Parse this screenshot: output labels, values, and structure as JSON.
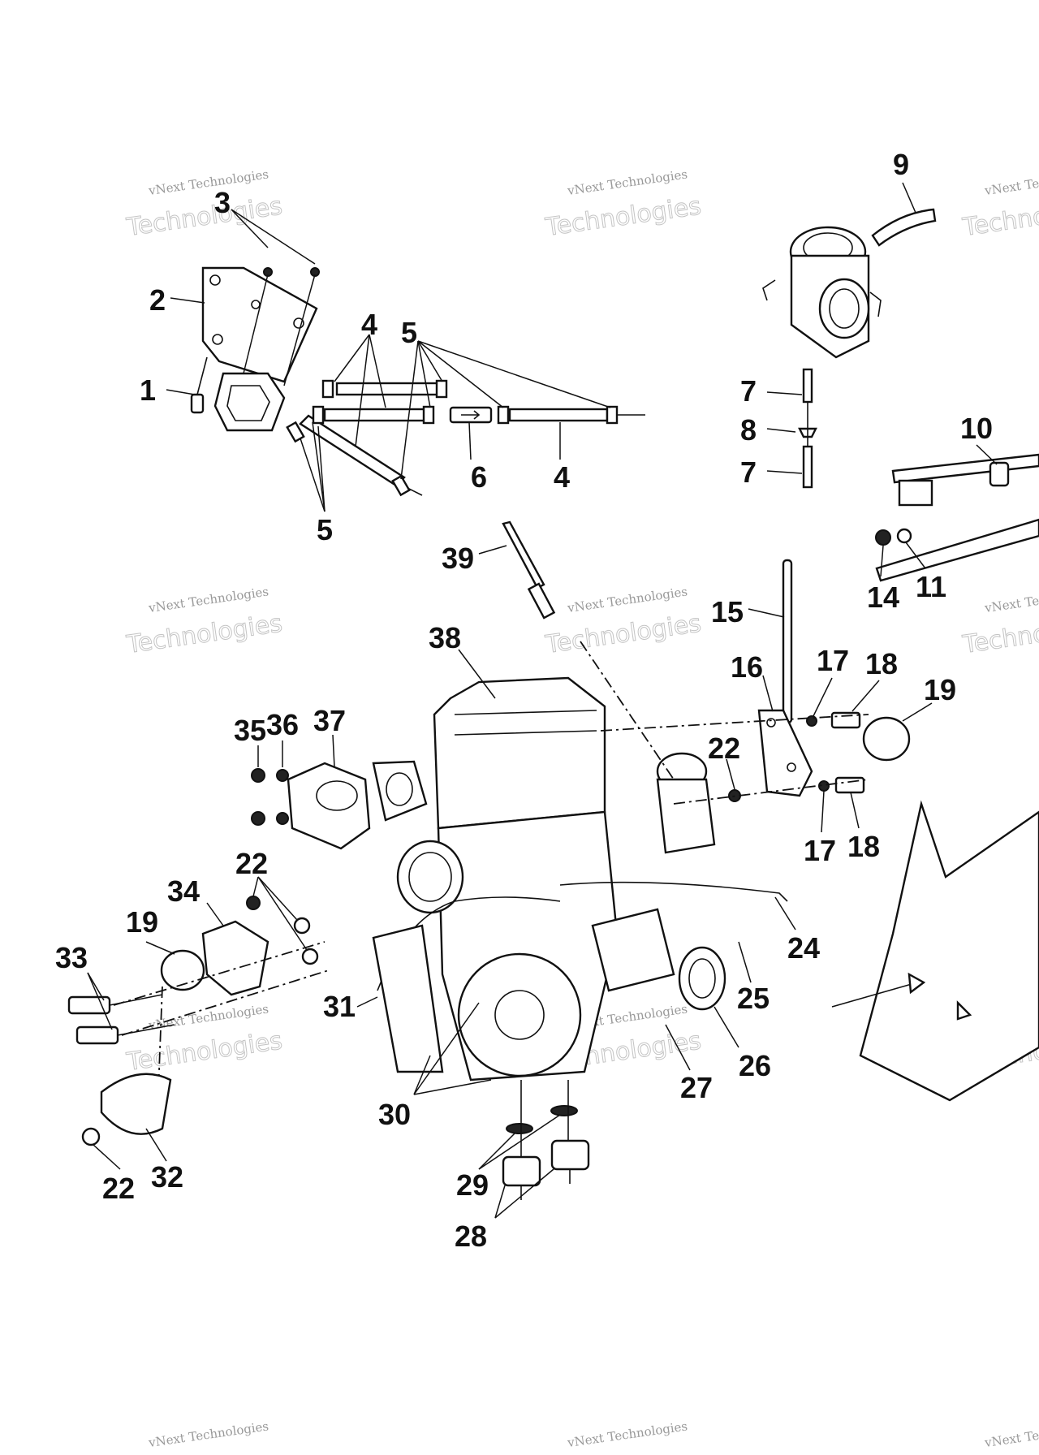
{
  "watermark": {
    "line1": "vNext Technologies",
    "line2": "Technologies"
  },
  "callouts": [
    {
      "id": "c1",
      "label": "1"
    },
    {
      "id": "c2",
      "label": "2"
    },
    {
      "id": "c3",
      "label": "3"
    },
    {
      "id": "c4a",
      "label": "4"
    },
    {
      "id": "c4b",
      "label": "4"
    },
    {
      "id": "c5a",
      "label": "5"
    },
    {
      "id": "c5b",
      "label": "5"
    },
    {
      "id": "c6",
      "label": "6"
    },
    {
      "id": "c7a",
      "label": "7"
    },
    {
      "id": "c7b",
      "label": "7"
    },
    {
      "id": "c8",
      "label": "8"
    },
    {
      "id": "c9",
      "label": "9"
    },
    {
      "id": "c10",
      "label": "10"
    },
    {
      "id": "c11",
      "label": "11"
    },
    {
      "id": "c14",
      "label": "14"
    },
    {
      "id": "c15",
      "label": "15"
    },
    {
      "id": "c16",
      "label": "16"
    },
    {
      "id": "c17a",
      "label": "17"
    },
    {
      "id": "c17b",
      "label": "17"
    },
    {
      "id": "c18a",
      "label": "18"
    },
    {
      "id": "c18b",
      "label": "18"
    },
    {
      "id": "c19a",
      "label": "19"
    },
    {
      "id": "c19b",
      "label": "19"
    },
    {
      "id": "c22a",
      "label": "22"
    },
    {
      "id": "c22b",
      "label": "22"
    },
    {
      "id": "c22c",
      "label": "22"
    },
    {
      "id": "c24",
      "label": "24"
    },
    {
      "id": "c25",
      "label": "25"
    },
    {
      "id": "c26",
      "label": "26"
    },
    {
      "id": "c27",
      "label": "27"
    },
    {
      "id": "c28",
      "label": "28"
    },
    {
      "id": "c29",
      "label": "29"
    },
    {
      "id": "c30",
      "label": "30"
    },
    {
      "id": "c31",
      "label": "31"
    },
    {
      "id": "c32",
      "label": "32"
    },
    {
      "id": "c33",
      "label": "33"
    },
    {
      "id": "c34",
      "label": "34"
    },
    {
      "id": "c35",
      "label": "35"
    },
    {
      "id": "c36",
      "label": "36"
    },
    {
      "id": "c37",
      "label": "37"
    },
    {
      "id": "c38",
      "label": "38"
    },
    {
      "id": "c39",
      "label": "39"
    }
  ]
}
